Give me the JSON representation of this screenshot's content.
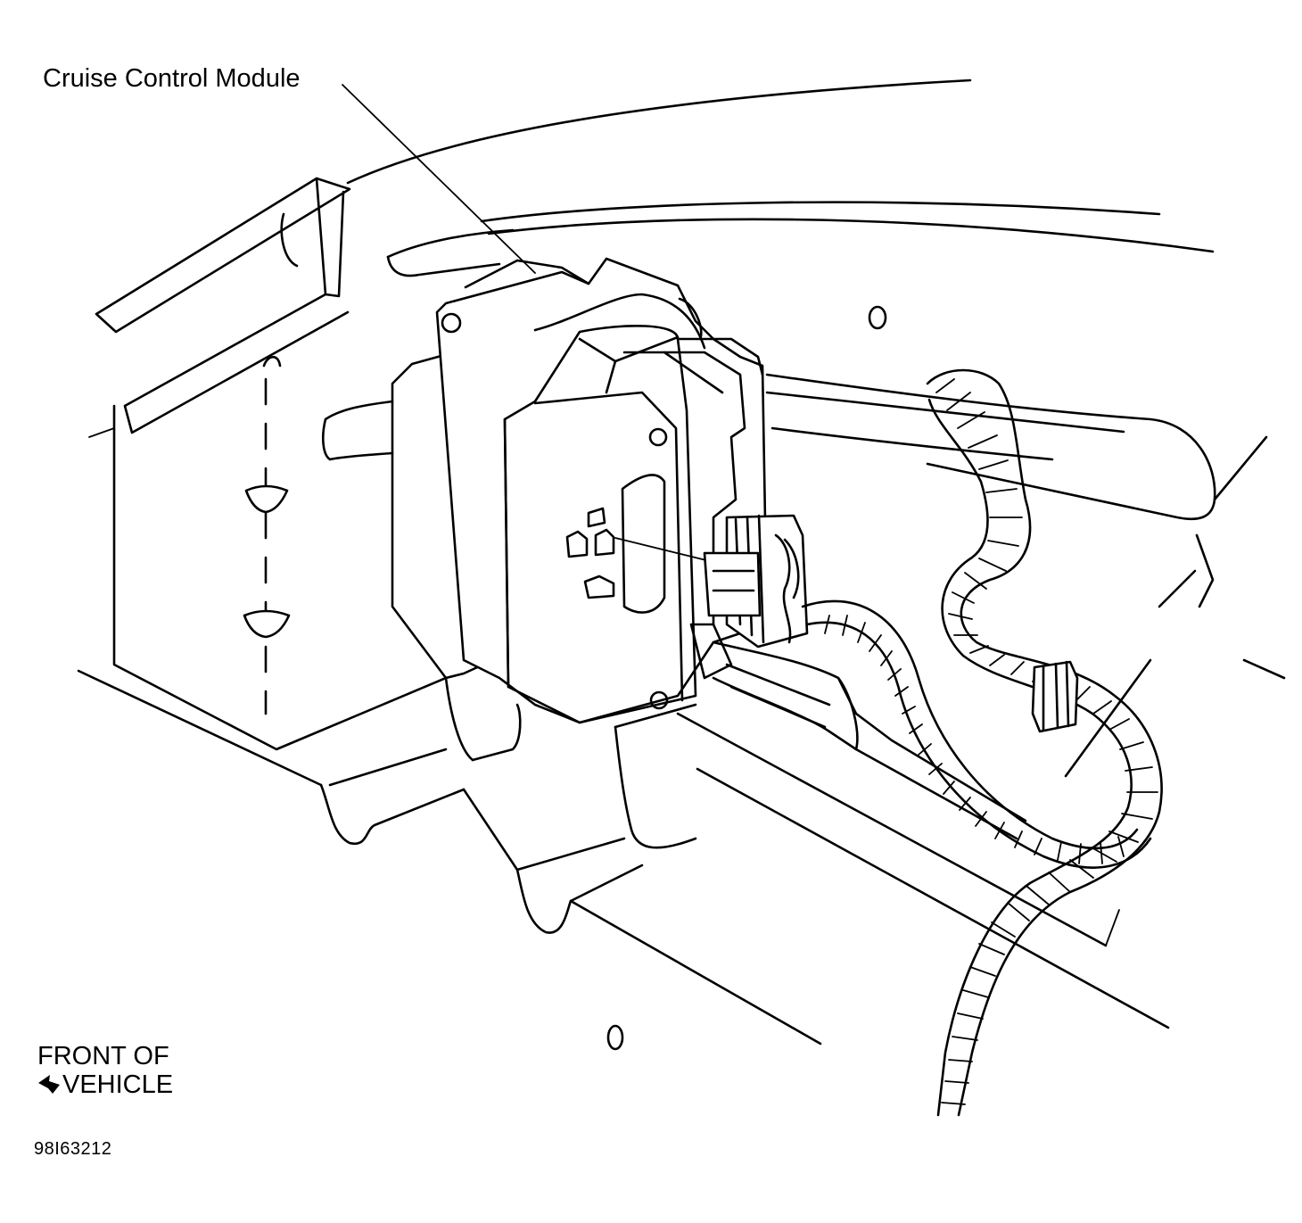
{
  "callout": {
    "label": "Cruise Control Module"
  },
  "orientation": {
    "line1": "FRONT OF",
    "line2": "VEHICLE",
    "icon": "front-arrow-icon"
  },
  "figure": {
    "id": "98I63212"
  },
  "colors": {
    "ink": "#000000",
    "paper": "#ffffff"
  }
}
